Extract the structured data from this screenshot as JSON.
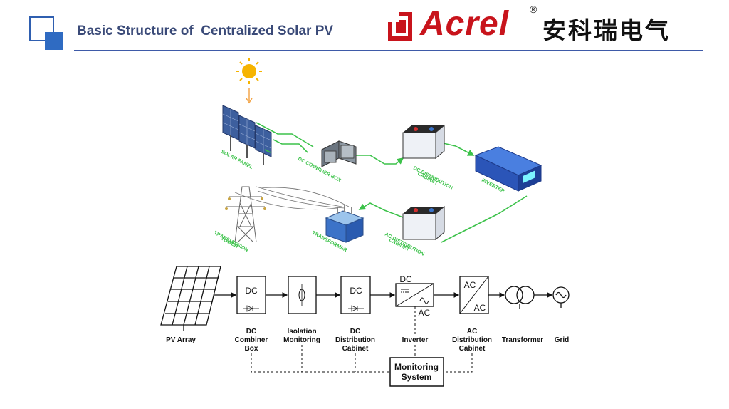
{
  "header": {
    "title": "Basic Structure of  Centralized Solar PV",
    "brand": "Acrel",
    "registered": "®",
    "brand_cn": "安科瑞电气",
    "colors": {
      "accent": "#2f6bc2",
      "brand": "#c8141c",
      "title": "#3a4a78",
      "wire": "#3cc24a"
    }
  },
  "illustration": {
    "solar_panel": "SOLAR PANEL",
    "dc_combiner_box": "DC COMBINER BOX",
    "dc_dist_1": "DC  DISTRIBUTION",
    "dc_dist_2": "CABINET",
    "inverter": "INVERTER",
    "ac_dist_1": "AC  DISTRIBUTION",
    "ac_dist_2": "CABINET",
    "transformer": "TRANSFORMER",
    "tower_1": "TRANSMISSION",
    "tower_2": "TOWER"
  },
  "block_diagram": {
    "pv_array": "PV Array",
    "dc_combiner": [
      "DC",
      "Combiner",
      "Box"
    ],
    "isolation": [
      "Isolation",
      "Monitoring"
    ],
    "dc_distribution": [
      "DC",
      "Distribution",
      "Cabinet"
    ],
    "inverter": "Inverter",
    "ac_distribution": [
      "AC",
      "Distribution",
      "Cabinet"
    ],
    "transformer": "Transformer",
    "grid": "Grid",
    "monitoring": [
      "Monitoring",
      "System"
    ],
    "box_text": {
      "dc": "DC",
      "ac": "AC"
    }
  }
}
